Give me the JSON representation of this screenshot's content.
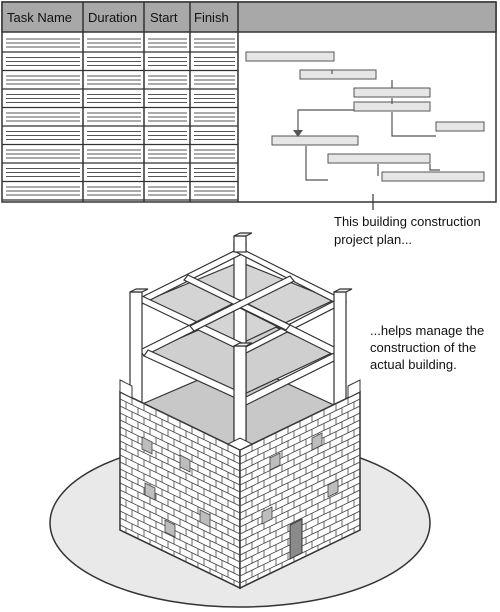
{
  "table": {
    "columns": [
      "Task Name",
      "Duration",
      "Start",
      "Finish"
    ]
  },
  "callouts": {
    "plan_line1": "This building construction",
    "plan_line2": "project plan...",
    "building_line1": "...helps manage the",
    "building_line2": "construction of the",
    "building_line3": "actual building."
  },
  "colors": {
    "header_fill": "#a8a8a8",
    "bar_fill": "#e6e6e6",
    "outline": "#3a3a3a",
    "brick_fill": "#ffffff",
    "floor_fill": "#c8c8c8",
    "ground_fill": "#e9e9e9"
  }
}
